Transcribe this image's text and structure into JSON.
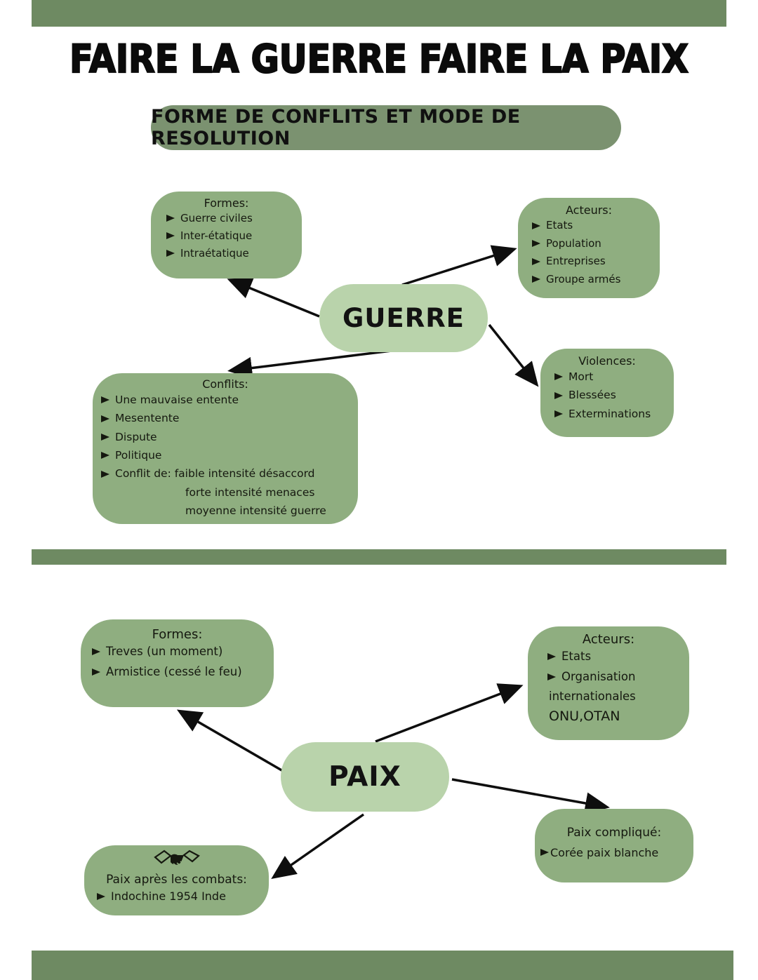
{
  "title": "FAIRE LA GUERRE FAIRE LA PAIX",
  "banner": "FORME DE CONFLITS ET MODE DE RESOLUTION",
  "colors": {
    "bars": "#6e8a62",
    "banner": "#7b9270",
    "boxes": "#8fae80",
    "center_nodes": "#b9d3ab",
    "ink": "#161616",
    "background": "#ffffff"
  },
  "guerre": {
    "node_label": "GUERRE",
    "formes": {
      "title": "Formes:",
      "items": [
        "Guerre civiles",
        "Inter-étatique",
        "Intraétatique"
      ]
    },
    "acteurs": {
      "title": "Acteurs:",
      "items": [
        "Etats",
        "Population",
        "Entreprises",
        "Groupe armés"
      ]
    },
    "conflits": {
      "title": "Conflits:",
      "items": [
        "Une mauvaise entente",
        "Mesentente",
        "Dispute",
        "Politique",
        "Conflit de: faible intensité désaccord"
      ],
      "continuations": [
        "forte intensité menaces",
        "moyenne intensité guerre"
      ]
    },
    "violences": {
      "title": "Violences:",
      "items": [
        "Mort",
        "Blessées",
        "Exterminations"
      ]
    }
  },
  "paix": {
    "node_label": "PAIX",
    "formes": {
      "title": "Formes:",
      "items": [
        "Treves (un moment)",
        "Armistice (cessé le feu)"
      ]
    },
    "acteurs": {
      "title": "Acteurs:",
      "items": [
        "Etats",
        "Organisation"
      ],
      "continuations": [
        "internationales",
        "ONU,OTAN"
      ]
    },
    "compliquee": {
      "title": "Paix compliqué:",
      "items": [
        "Corée paix blanche"
      ]
    },
    "apres_combats": {
      "title": "Paix après les combats:",
      "items": [
        "Indochine 1954 Inde"
      ],
      "icon": "handshake-icon"
    }
  }
}
